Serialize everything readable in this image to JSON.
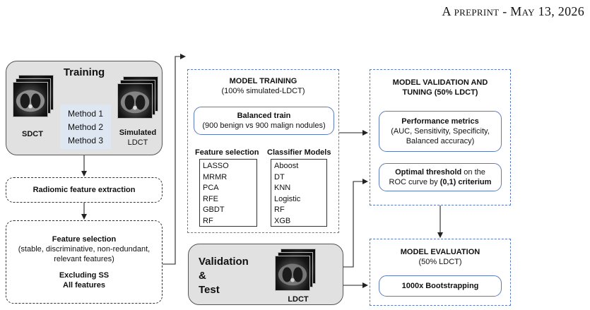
{
  "header": {
    "text": "A preprint - May 13, 2026"
  },
  "training": {
    "title": "Training",
    "sdct_label": "SDCT",
    "methods": [
      "Method 1",
      "Method 2",
      "Method 3"
    ],
    "simulated_label": "Simulated",
    "simulated_sublabel": "LDCT"
  },
  "radiomic": {
    "label": "Radiomic feature extraction"
  },
  "feature_selection_box": {
    "title": "Feature selection",
    "desc": "(stable, discriminative, non-redundant, relevant features)",
    "excluding": "Excluding SS",
    "all": "All features"
  },
  "model_training": {
    "title": "MODEL TRAINING",
    "subtitle": "(100% simulated-LDCT)",
    "balanced_title": "Balanced train",
    "balanced_desc": "(900 benign vs 900 malign nodules)",
    "feature_selection_header": "Feature selection",
    "classifier_header": "Classifier Models",
    "feature_methods": [
      "LASSO",
      "MRMR",
      "PCA",
      "RFE",
      "GBDT",
      "RF"
    ],
    "classifiers": [
      "Aboost",
      "DT",
      "KNN",
      "Logistic",
      "RF",
      "XGB"
    ]
  },
  "validation_tuning": {
    "title_line1": "MODEL VALIDATION AND",
    "title_line2": "TUNING (50% LDCT)",
    "perf_title": "Performance metrics",
    "perf_desc": "(AUC, Sensitivity, Specificity, Balanced accuracy)",
    "threshold_bold": "Optimal threshold",
    "threshold_rest": " on the",
    "threshold_line2_a": "ROC curve by ",
    "threshold_line2_b": "(0,1) criterium"
  },
  "validation_test": {
    "line1": "Validation",
    "line2": "&",
    "line3": "Test",
    "ldct_label": "LDCT"
  },
  "model_evaluation": {
    "title": "MODEL EVALUATION",
    "subtitle": "(50% LDCT)",
    "bootstrap": "1000x Bootstrapping"
  },
  "colors": {
    "panel_gray": "#e1e1e1",
    "methods_bg": "#dde6f1",
    "accent_blue": "#5b7bbd"
  }
}
